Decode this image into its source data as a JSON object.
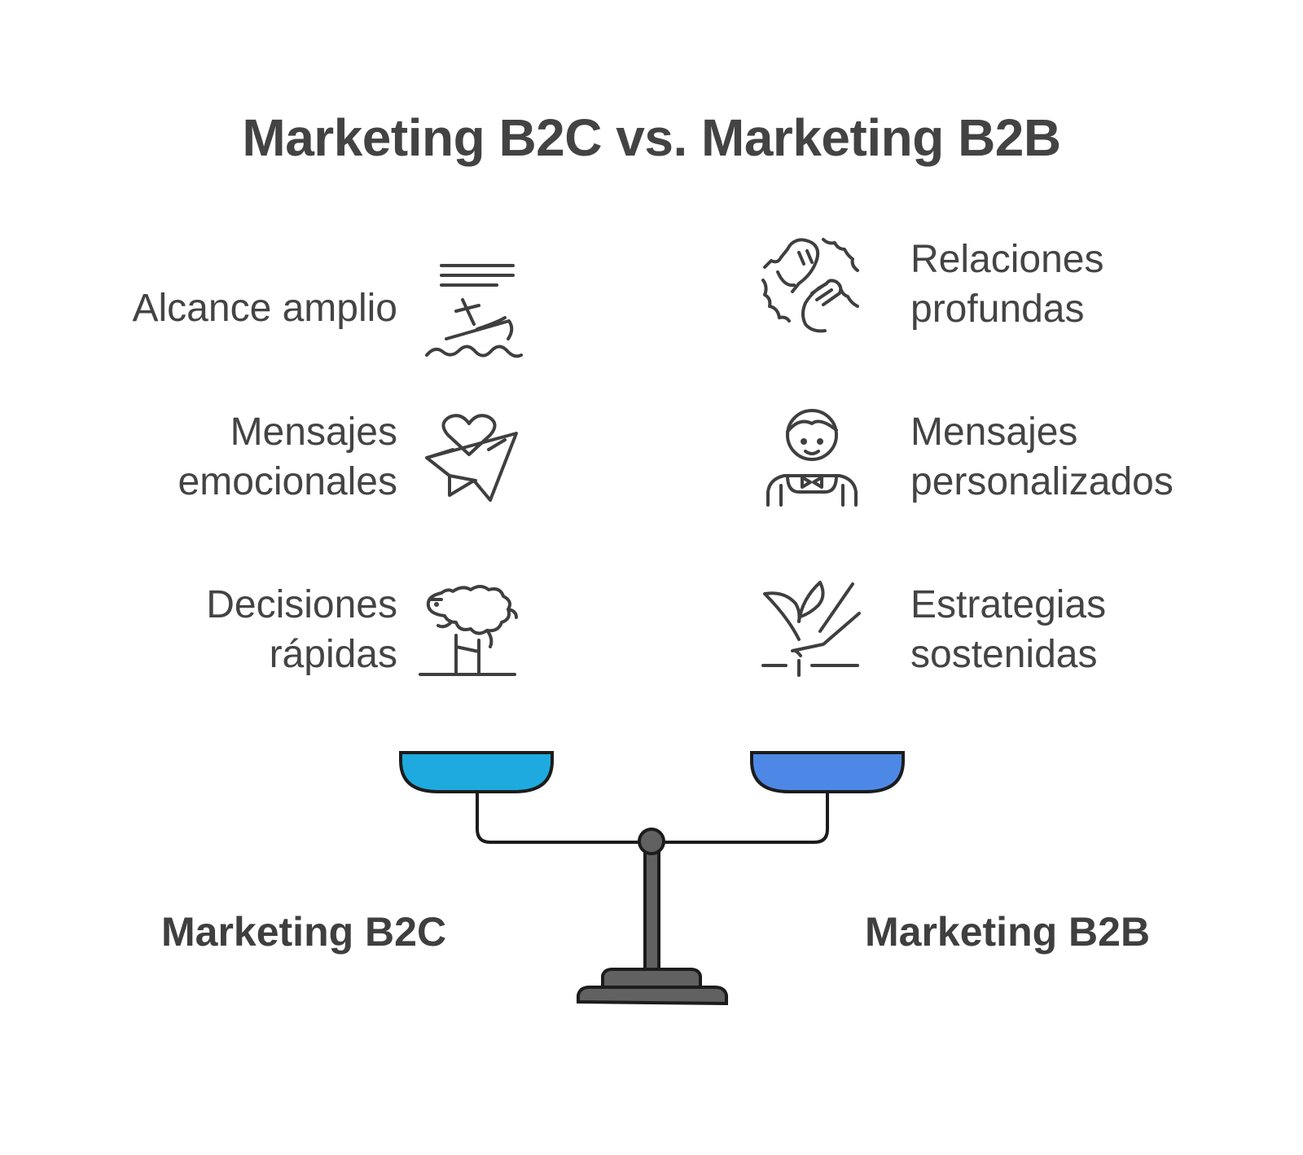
{
  "title": "Marketing B2C vs. Marketing B2B",
  "left": {
    "heading": "Marketing B2C",
    "pan_color": "#1eaadf",
    "items": [
      {
        "lines": [
          "Alcance amplio"
        ],
        "icon": "sinking-ship-icon"
      },
      {
        "lines": [
          "Mensajes",
          "emocionales"
        ],
        "icon": "heart-paper-plane-icon"
      },
      {
        "lines": [
          "Decisiones",
          "rápidas"
        ],
        "icon": "sheep-tree-icon"
      }
    ]
  },
  "right": {
    "heading": "Marketing B2B",
    "pan_color": "#4e88e6",
    "items": [
      {
        "lines": [
          "Relaciones",
          "profundas"
        ],
        "icon": "fist-bump-icon"
      },
      {
        "lines": [
          "Mensajes",
          "personalizados"
        ],
        "icon": "waiter-bowtie-icon"
      },
      {
        "lines": [
          "Estrategias",
          "sostenidas"
        ],
        "icon": "plant-hand-icon"
      }
    ]
  },
  "colors": {
    "text": "#434343",
    "stroke": "#3f3f3f",
    "stand": "#616161"
  }
}
